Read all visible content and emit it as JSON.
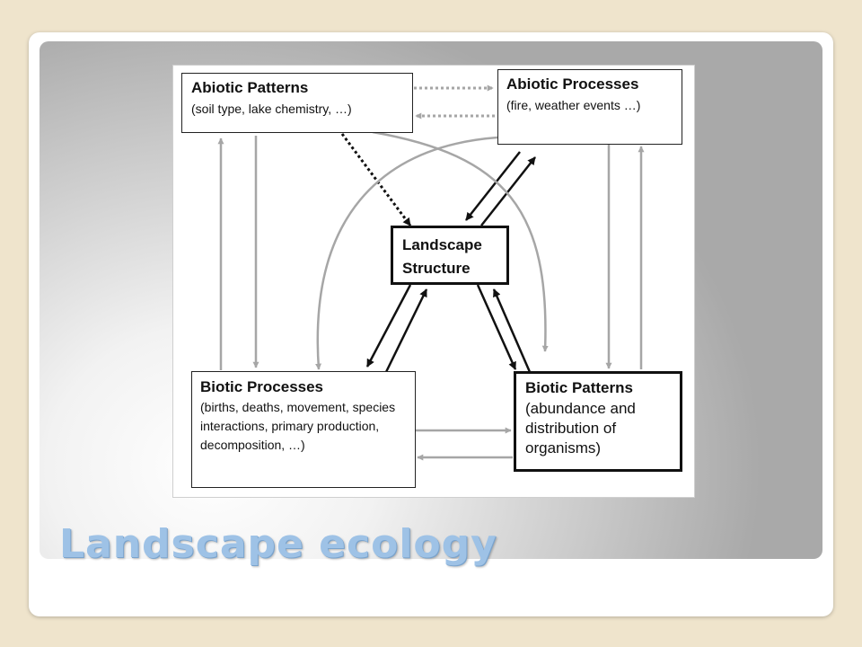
{
  "slide": {
    "title": "Landscape ecology"
  },
  "diagram": {
    "nodes": {
      "abiotic_patterns": {
        "title": "Abiotic Patterns",
        "desc": "(soil type, lake chemistry, …)"
      },
      "abiotic_processes": {
        "title": "Abiotic Processes",
        "desc": "(fire, weather events …)"
      },
      "landscape_structure": {
        "title": "Landscape Structure"
      },
      "biotic_processes": {
        "title": "Biotic Processes",
        "desc": "(births, deaths, movement, species interactions, primary production, decomposition, …)"
      },
      "biotic_patterns": {
        "title": "Biotic Patterns",
        "desc": "(abundance and distribution of organisms)"
      }
    },
    "edges": [
      {
        "from": "abiotic_patterns",
        "to": "abiotic_processes",
        "style": "dotted-gray"
      },
      {
        "from": "abiotic_processes",
        "to": "abiotic_patterns",
        "style": "dotted-gray"
      },
      {
        "from": "abiotic_patterns",
        "to": "landscape_structure",
        "style": "dotted-black"
      },
      {
        "from": "abiotic_processes",
        "to": "landscape_structure",
        "style": "solid-black"
      },
      {
        "from": "landscape_structure",
        "to": "abiotic_processes",
        "style": "solid-black"
      },
      {
        "from": "landscape_structure",
        "to": "biotic_processes",
        "style": "solid-black"
      },
      {
        "from": "biotic_processes",
        "to": "landscape_structure",
        "style": "solid-black"
      },
      {
        "from": "landscape_structure",
        "to": "biotic_patterns",
        "style": "solid-black"
      },
      {
        "from": "biotic_patterns",
        "to": "landscape_structure",
        "style": "solid-black"
      },
      {
        "from": "abiotic_patterns",
        "to": "biotic_processes",
        "style": "solid-gray"
      },
      {
        "from": "biotic_processes",
        "to": "abiotic_patterns",
        "style": "solid-gray"
      },
      {
        "from": "abiotic_processes",
        "to": "biotic_patterns",
        "style": "solid-gray"
      },
      {
        "from": "biotic_patterns",
        "to": "abiotic_processes",
        "style": "solid-gray"
      },
      {
        "from": "abiotic_processes",
        "to": "biotic_processes",
        "style": "curved-gray"
      },
      {
        "from": "abiotic_patterns",
        "to": "biotic_patterns",
        "style": "curved-gray"
      },
      {
        "from": "biotic_processes",
        "to": "biotic_patterns",
        "style": "solid-gray"
      },
      {
        "from": "biotic_patterns",
        "to": "biotic_processes",
        "style": "solid-gray"
      }
    ]
  },
  "colors": {
    "gray_arrow": "#a6a6a6",
    "black_arrow": "#111111",
    "title": "#9ec2e6"
  }
}
